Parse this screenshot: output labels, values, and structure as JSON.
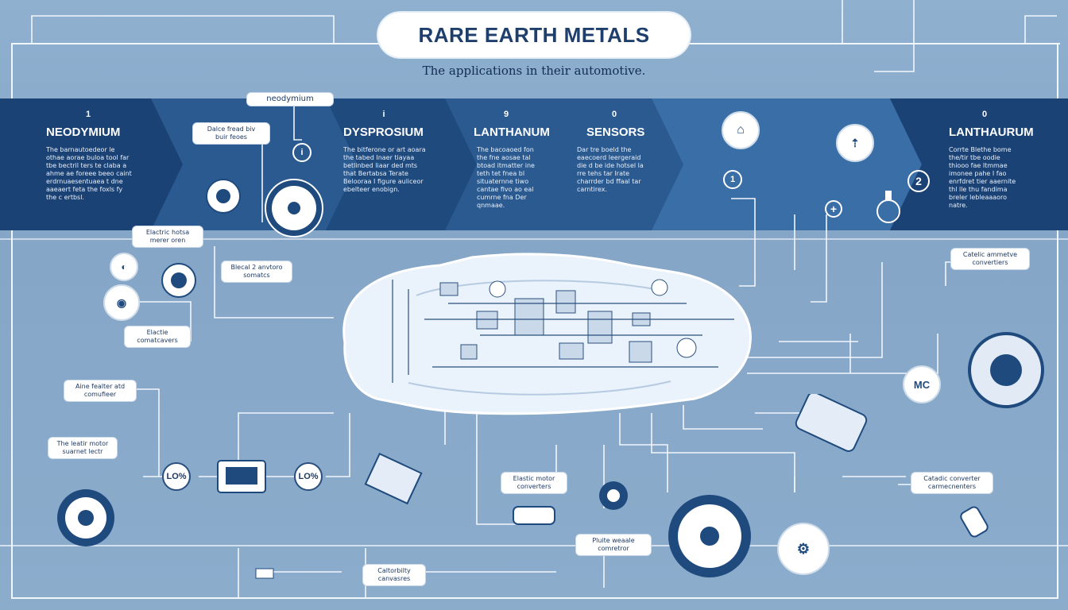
{
  "header": {
    "title": "RARE EARTH METALS",
    "subtitle": "The applications in their automotive."
  },
  "band_segments": [
    {
      "num": "1",
      "title": "NEODYMIUM",
      "desc": "The barnautoedeor le\nothae aorae buloa tool far\ntbe bectril ters te claba a\nahme ae foreee beeo caint\nerdrnuaesentuaea t dne\naaeaert feta the foxls fy\nthe c ertbsl."
    },
    {
      "num": "i",
      "title": "DYSPROSIUM",
      "desc": "The bitferone or art aoara\nthe tabed Inaer tiayaa\nbetlinbed liaar ded mts\nthat Bertabsa Terate\nBelooraa I figure auliceor\nebelteer enobign."
    },
    {
      "num": "9",
      "title": "LANTHANUM",
      "desc": "The bacoaoed fon\nthe fne aosae tal\nbtoad itmatter ine\nteth tet fnea bl\nsituaternne tiwo\ncantae fivo ao eal\ncumrne fna Der\nqnmaae."
    },
    {
      "num": "0",
      "title": "SENSORS",
      "desc": "Dar tre boeld the\neaecoerd leergeraid\ndie d be ide hotsel la\nrre tehs tar Irate\ncharrder bd ffaal tar\ncarntirex."
    },
    {
      "num": "0",
      "title": "LANTHAURUM",
      "desc": "Corrte Blethe bome\nthe/tir tbe oodie\nthiooo fae ltmmae\nimonee pahe I fao\nenrfdret tier aaernite\nthl lle thu fandima\nbreler lebleaaaoro\nnatre."
    }
  ],
  "callouts": {
    "neodymium_tag": "neodymium",
    "top_chip": "Dalce fread biv\nbuir feoes",
    "big_num_2": "2",
    "small_i": "i",
    "small_1": "1",
    "electric_1": "Elactric hotsa\nmerer oren",
    "electric_2": "Blecal 2 anvtoro\nsomatcs",
    "electric_3": "Elactie\ncomatcavers",
    "brake_conv": "Aine fealter atd\ncomufieer",
    "motor_tag": "The leatir motor\nsuarnet lectr",
    "pct_1": "LO%",
    "pct_2": "LO%",
    "catalytic_1": "Catelic ammetve\nconvertiers",
    "catalytic_2": "Catadic converter\ncarmecnenters",
    "elastic_motor": "Elastic motor\nconverters",
    "bottom_conv": "Pluite weaale\ncomretror",
    "bottom_left": "Caltorbilty\ncanvasres",
    "mc_badge": "MC"
  },
  "colors": {
    "band": "#1f4a7e",
    "band_light": "#2d6096",
    "background": "#89a9c9",
    "line": "#f1f6fb",
    "ink": "#1d3a64"
  },
  "icons": [
    "magnet-icon",
    "gear-icon",
    "car-icon",
    "battery-icon",
    "sensor-icon",
    "plus-icon",
    "lightbulb-icon",
    "motor-icon"
  ]
}
